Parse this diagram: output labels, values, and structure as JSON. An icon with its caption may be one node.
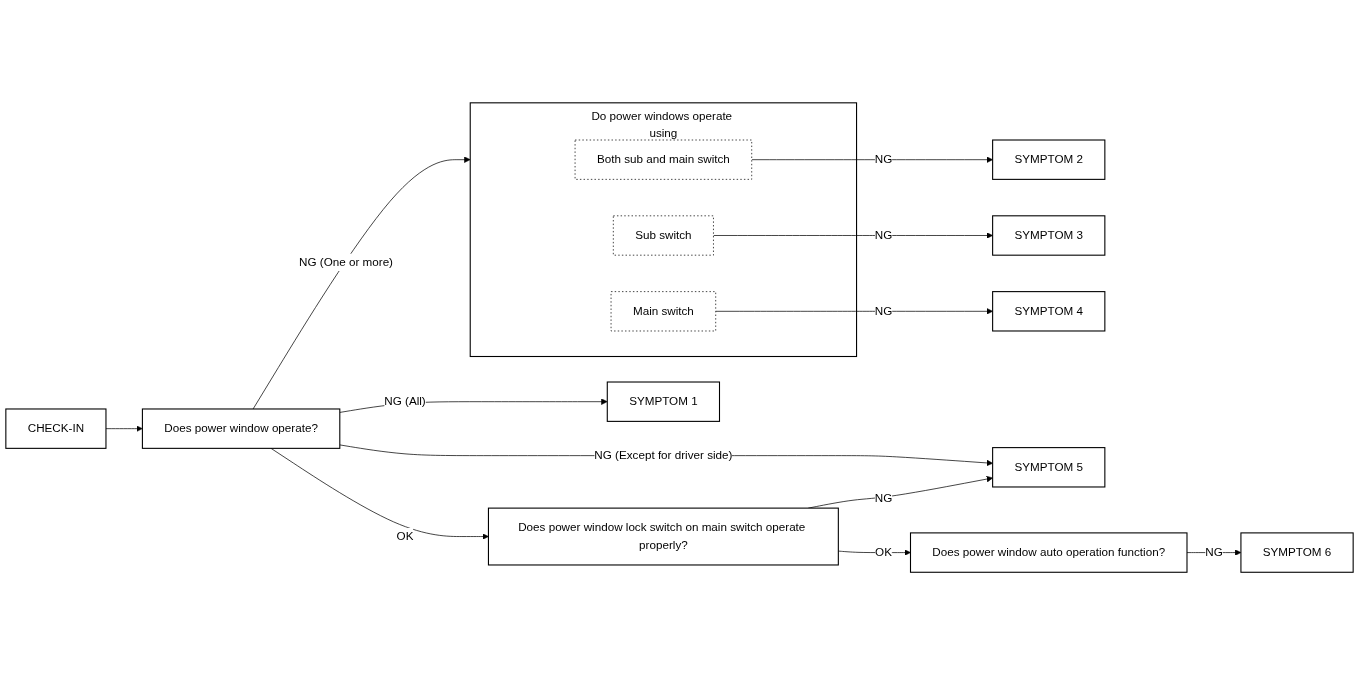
{
  "diagram": {
    "nodes": [
      {
        "text": [
          "CHECK-IN"
        ]
      },
      {
        "text": [
          "Does power window operate?"
        ]
      },
      {
        "text": [
          "SYMPTOM 1"
        ]
      },
      {
        "text": [
          "Do power windows operate using"
        ]
      },
      {
        "text": [
          "Both sub and main switch"
        ],
        "in": 3
      },
      {
        "text": [
          "Sub switch"
        ],
        "in": 3
      },
      {
        "text": [
          "Main switch"
        ],
        "in": 3
      },
      {
        "text": [
          "SYMPTOM 2"
        ]
      },
      {
        "text": [
          "SYMPTOM 3"
        ]
      },
      {
        "text": [
          "SYMPTOM 4"
        ]
      },
      {
        "text": [
          "SYMPTOM 5"
        ]
      },
      {
        "text": [
          "Does power window lock switch on main switch operate properly?"
        ]
      },
      {
        "text": [
          "Does power window auto operation function?"
        ]
      },
      {
        "text": [
          "SYMPTOM 6"
        ]
      }
    ],
    "edges": [
      {
        "from": 0,
        "to": 1,
        "arrow": "to"
      },
      {
        "from": 1,
        "to": 2,
        "arrow": "to",
        "label": "NG (All)"
      },
      {
        "from": 1,
        "to": 3,
        "arrow": "to",
        "label": "NG (One or more)"
      },
      {
        "from": 4,
        "to": 7,
        "arrow": "to",
        "label": "NG"
      },
      {
        "from": 5,
        "to": 8,
        "arrow": "to",
        "label": "NG"
      },
      {
        "from": 6,
        "to": 9,
        "arrow": "to",
        "label": "NG"
      },
      {
        "from": 1,
        "to": 10,
        "arrow": "to",
        "label": "NG (Except for driver side)"
      },
      {
        "from": 1,
        "to": 11,
        "arrow": "to",
        "label": "OK"
      },
      {
        "from": 11,
        "to": 10,
        "arrow": "to",
        "label": "NG"
      },
      {
        "from": 11,
        "to": 12,
        "arrow": "to",
        "label": "OK"
      },
      {
        "from": 12,
        "to": 13,
        "arrow": "to",
        "label": "NG"
      }
    ]
  }
}
